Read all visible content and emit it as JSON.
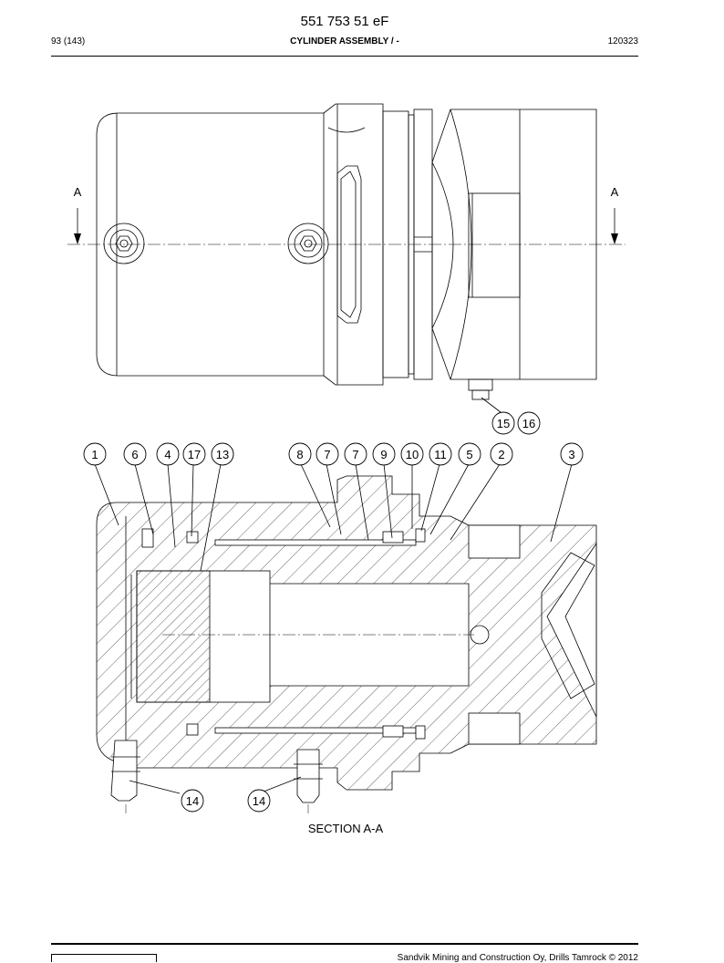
{
  "header": {
    "document_code": "551 753 51 eF",
    "page": "93 (143)",
    "title": "CYLINDER ASSEMBLY / -",
    "doc_number": "120323"
  },
  "drawing": {
    "section_marker": "A",
    "section_label": "SECTION A-A",
    "callouts": [
      {
        "id": "c-15",
        "label": "15"
      },
      {
        "id": "c-16",
        "label": "16"
      },
      {
        "id": "c-1",
        "label": "1"
      },
      {
        "id": "c-6",
        "label": "6"
      },
      {
        "id": "c-4",
        "label": "4"
      },
      {
        "id": "c-17",
        "label": "17"
      },
      {
        "id": "c-13",
        "label": "13"
      },
      {
        "id": "c-8",
        "label": "8"
      },
      {
        "id": "c-7a",
        "label": "7"
      },
      {
        "id": "c-7b",
        "label": "7"
      },
      {
        "id": "c-9",
        "label": "9"
      },
      {
        "id": "c-10",
        "label": "10"
      },
      {
        "id": "c-11",
        "label": "11"
      },
      {
        "id": "c-5",
        "label": "5"
      },
      {
        "id": "c-2",
        "label": "2"
      },
      {
        "id": "c-3",
        "label": "3"
      },
      {
        "id": "c-14a",
        "label": "14"
      },
      {
        "id": "c-14b",
        "label": "14"
      }
    ]
  },
  "footer": {
    "copyright": "Sandvik Mining and Construction Oy, Drills Tamrock © 2012"
  }
}
